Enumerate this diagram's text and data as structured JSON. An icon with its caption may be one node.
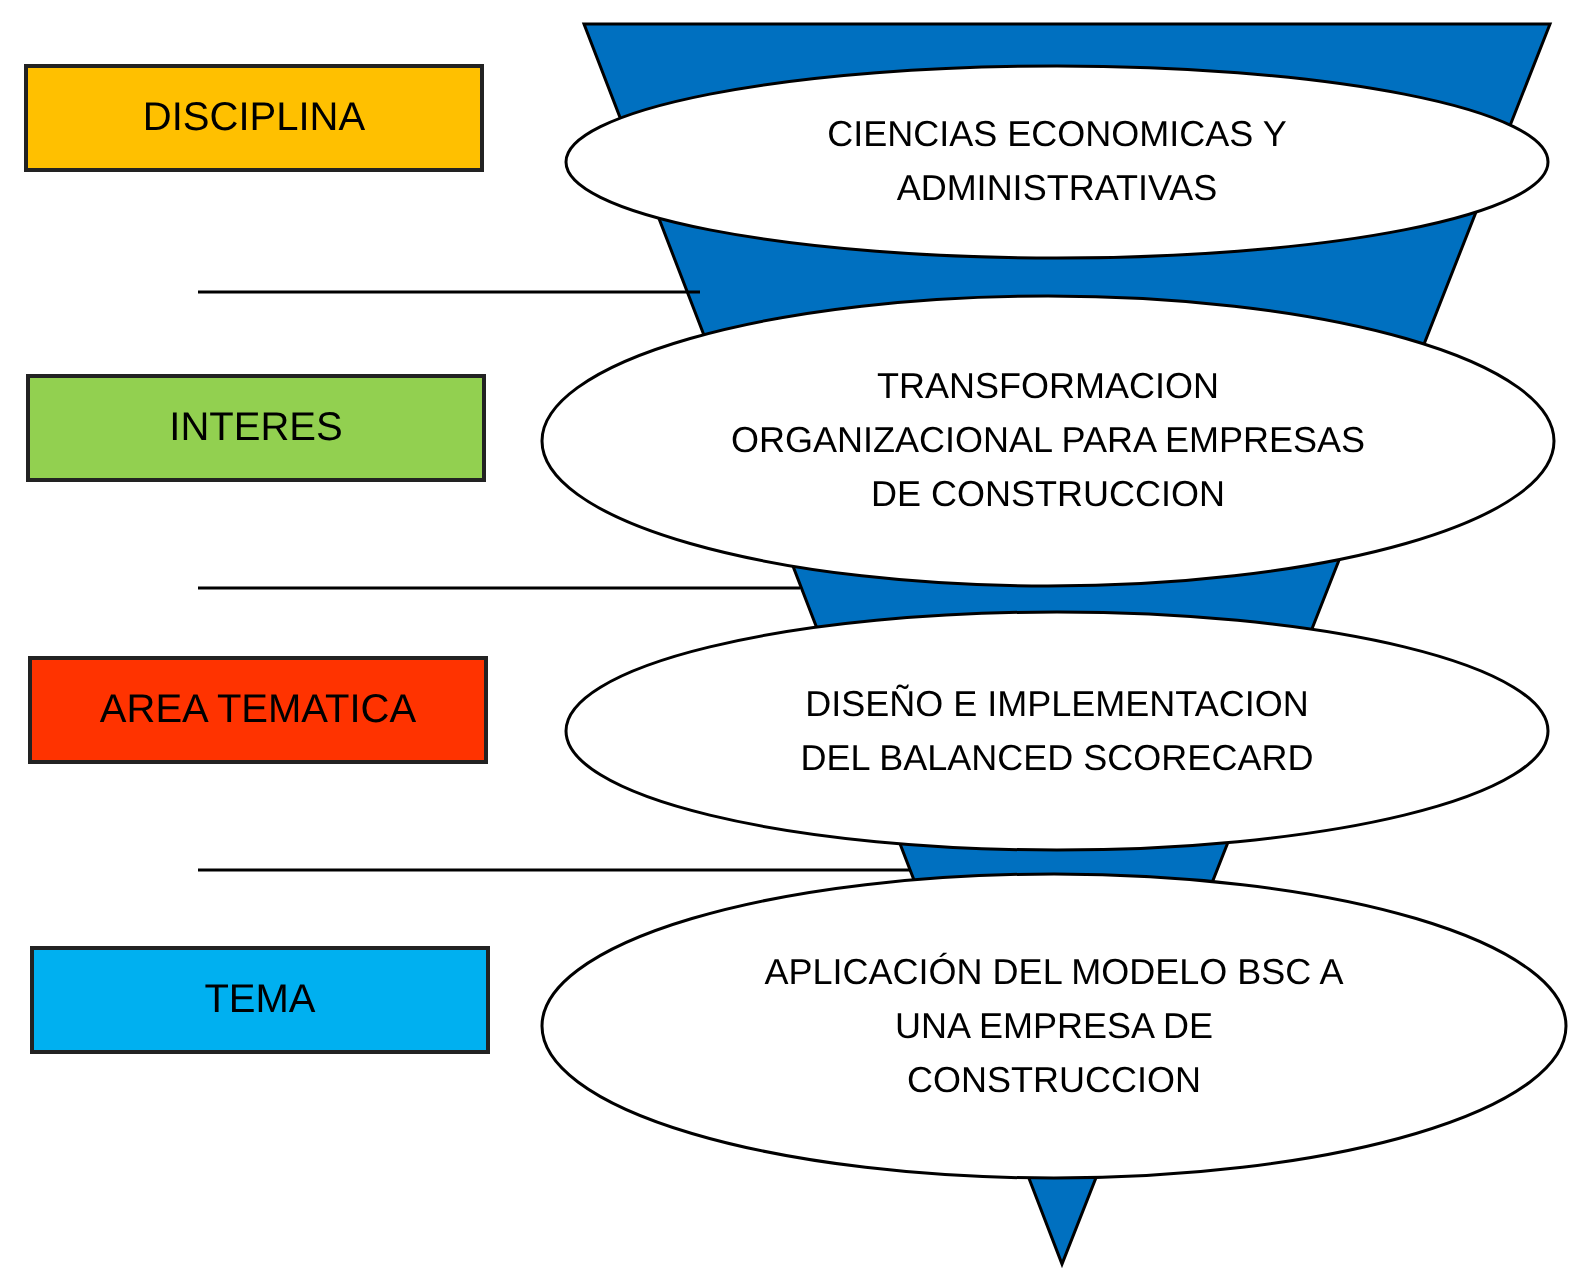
{
  "diagram": {
    "nodes": [
      {
        "text": [
          "DISCIPLINA"
        ]
      },
      {
        "text": [
          "CIENCIAS ECONOMICAS Y ADMINISTRATIVAS"
        ]
      },
      {
        "text": [
          "INTERES"
        ]
      },
      {
        "text": [
          "TRANSFORMACION ORGANIZACIONAL PARA EMPRESAS DE CONSTRUCCION"
        ]
      },
      {
        "text": [
          "AREA TEMATICA"
        ]
      },
      {
        "text": [
          "DISEÑO E IMPLEMENTACION DEL BALANCED SCORECARD"
        ]
      },
      {
        "text": [
          "TEMA"
        ]
      },
      {
        "text": [
          "APLICACIÓN DEL MODELO BSC A UNA EMPRESA DE CONSTRUCCION"
        ]
      }
    ]
  }
}
